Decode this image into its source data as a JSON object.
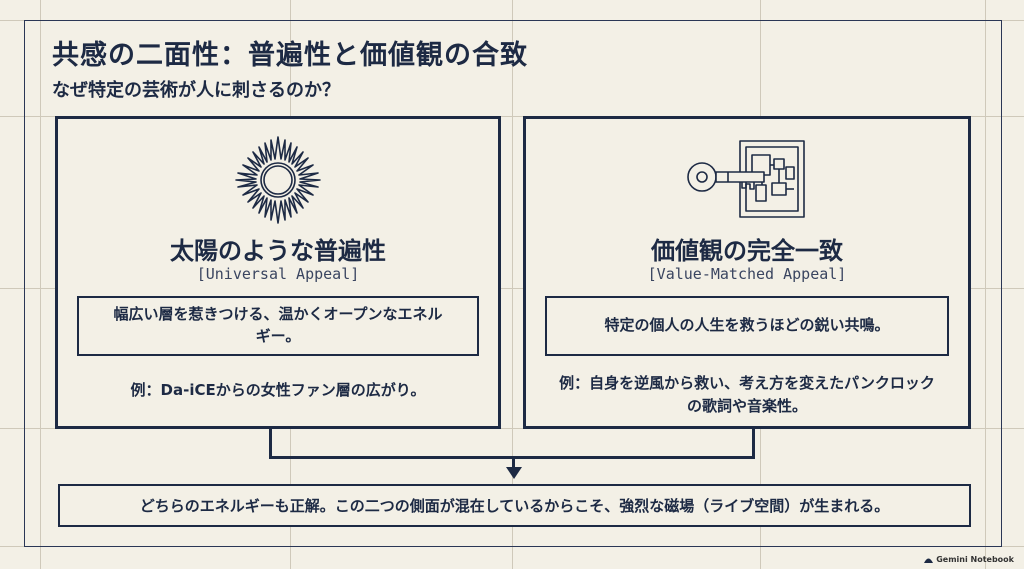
{
  "header": {
    "title": "共感の二面性：普遍性と価値観の合致",
    "subtitle": "なぜ特定の芸術が人に刺さるのか？"
  },
  "panels": [
    {
      "icon": "sun-icon",
      "heading": "太陽のような普遍性",
      "sub": "[Universal Appeal]",
      "description": "幅広い層を惹きつける、温かくオープンなエネルギー。",
      "example": "例：Da-iCEからの女性ファン層の広がり。"
    },
    {
      "icon": "key-lock-icon",
      "heading": "価値観の完全一致",
      "sub": "[Value-Matched Appeal]",
      "description": "特定の個人の人生を救うほどの鋭い共鳴。",
      "example": "例：自身を逆風から救い、考え方を変えたパンクロックの歌詞や音楽性。"
    }
  ],
  "conclusion": "どちらのエネルギーも正解。この二つの側面が混在しているからこそ、強烈な磁場（ライブ空間）が生まれる。",
  "footer": {
    "brand": "Gemini Notebook"
  },
  "colors": {
    "background": "#f3f0e6",
    "ink": "#1d2a44",
    "grid": "#cfc9ba"
  }
}
